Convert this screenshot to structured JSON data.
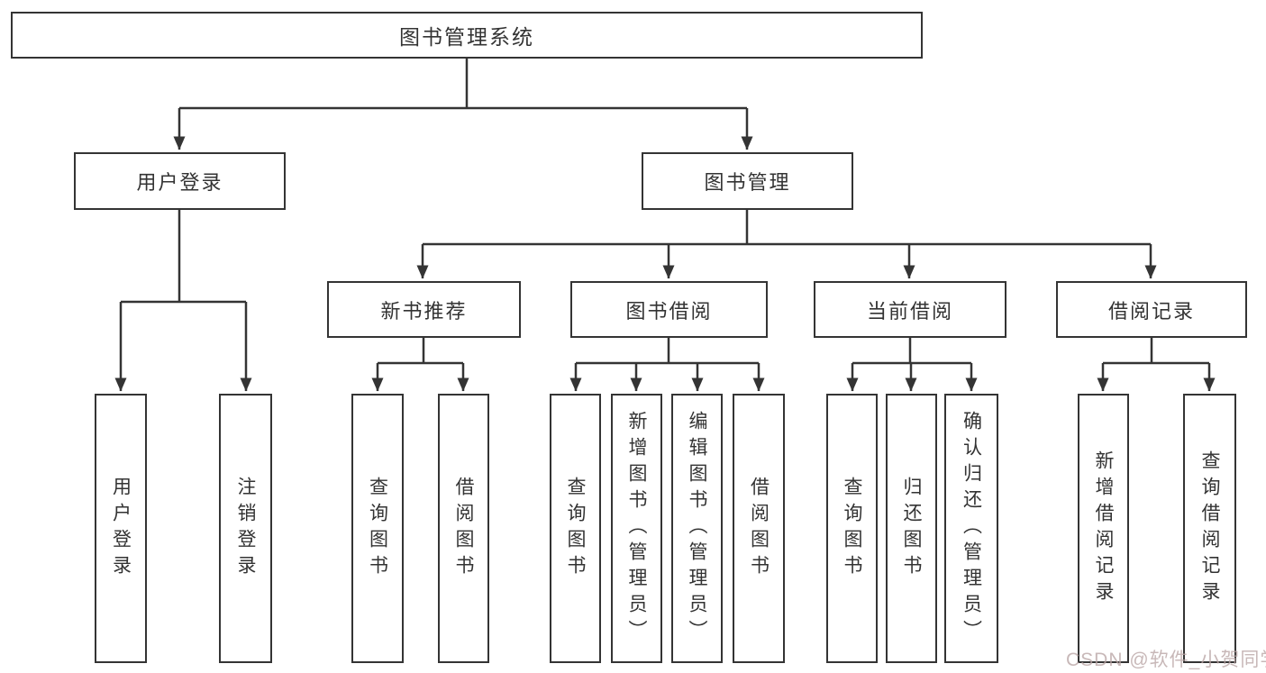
{
  "diagram": {
    "title": "图书管理系统",
    "root": "图书管理系统",
    "level1": {
      "login": "用户登录",
      "manage": "图书管理"
    },
    "categories": {
      "recommend": "新书推荐",
      "borrow": "图书借阅",
      "current": "当前借阅",
      "records": "借阅记录"
    },
    "leaves": {
      "login": [
        "用户登录",
        "注销登录"
      ],
      "recommend": [
        "查询图书",
        "借阅图书"
      ],
      "borrow": [
        "查询图书",
        "新增图书（管理员）",
        "编辑图书（管理员）",
        "借阅图书"
      ],
      "current": [
        "查询图书",
        "归还图书",
        "确认归还（管理员）"
      ],
      "records": [
        "新增借阅记录",
        "查询借阅记录"
      ]
    }
  },
  "colors": {
    "line": "#343434",
    "text": "#333333",
    "background": "#ffffff",
    "watermark": "#b9a4a4"
  },
  "watermark": {
    "text": "CSDN @软件_小贺同学"
  }
}
